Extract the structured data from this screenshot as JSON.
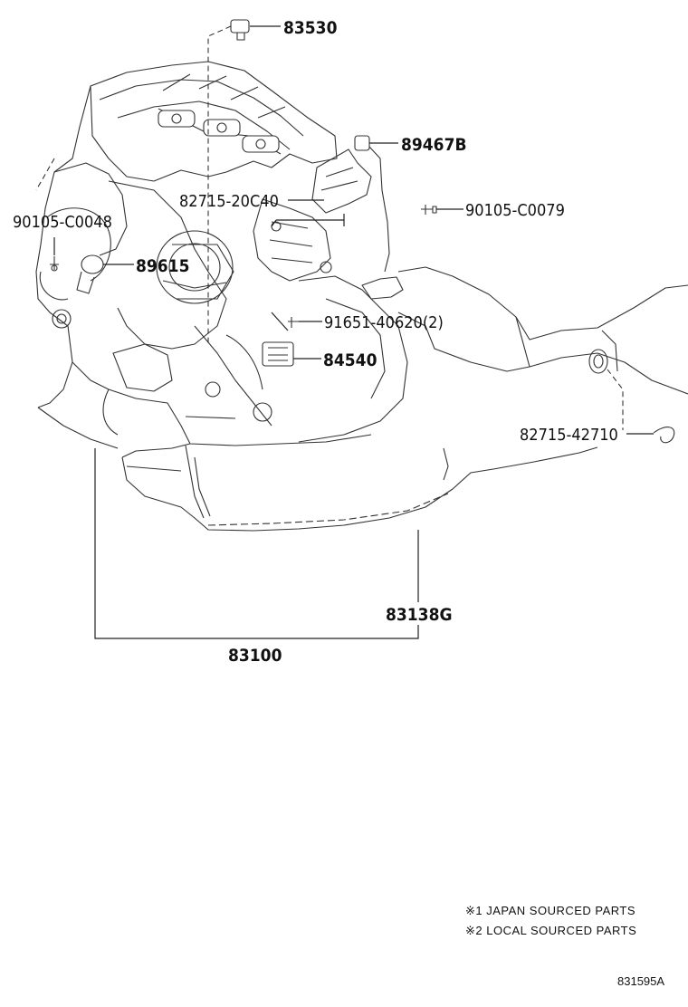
{
  "parts": [
    {
      "id": "p83530",
      "number": "83530"
    },
    {
      "id": "p89467B",
      "number": "89467B"
    },
    {
      "id": "p82715_20C40",
      "number": "82715-20C40"
    },
    {
      "id": "p90105_C0079",
      "number": "90105-C0079"
    },
    {
      "id": "p90105_C0048",
      "number": "90105-C0048"
    },
    {
      "id": "p89615",
      "number": "89615"
    },
    {
      "id": "p91651_40620",
      "number": "91651-40620(2)"
    },
    {
      "id": "p84540",
      "number": "84540"
    },
    {
      "id": "p82715_42710",
      "number": "82715-42710"
    },
    {
      "id": "p83138G",
      "number": "83138G"
    },
    {
      "id": "p83100",
      "number": "83100"
    }
  ],
  "notes": [
    "※1 JAPAN SOURCED PARTS",
    "※2 LOCAL SOURCED PARTS"
  ],
  "diagram_code": "831595A"
}
